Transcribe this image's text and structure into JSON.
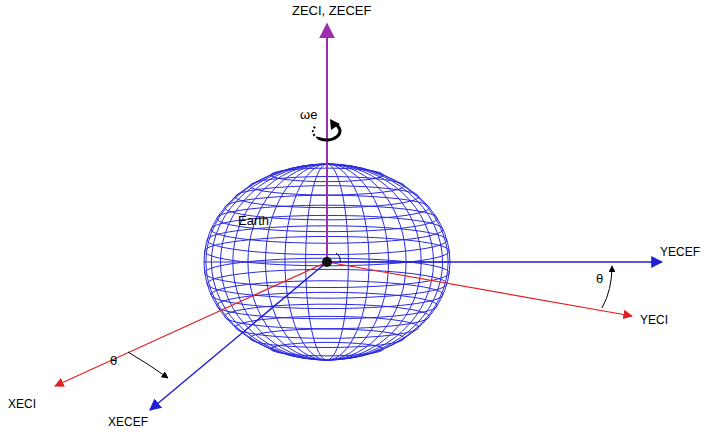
{
  "diagram": {
    "labels": [
      "ZECI, ZECEF",
      "ωe",
      "Earth",
      "YECEF",
      "θ",
      "YECI",
      "XECI",
      "θ",
      "XECEF"
    ]
  }
}
